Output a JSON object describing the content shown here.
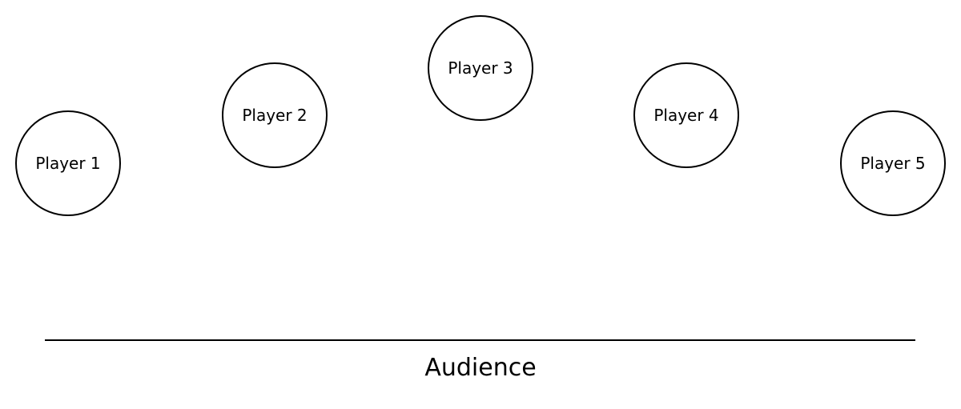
{
  "players": [
    {
      "label": "Player 1"
    },
    {
      "label": "Player 2"
    },
    {
      "label": "Player 3"
    },
    {
      "label": "Player 4"
    },
    {
      "label": "Player 5"
    }
  ],
  "audience": {
    "label": "Audience"
  },
  "colors": {
    "stroke": "#000000",
    "background": "#ffffff"
  }
}
